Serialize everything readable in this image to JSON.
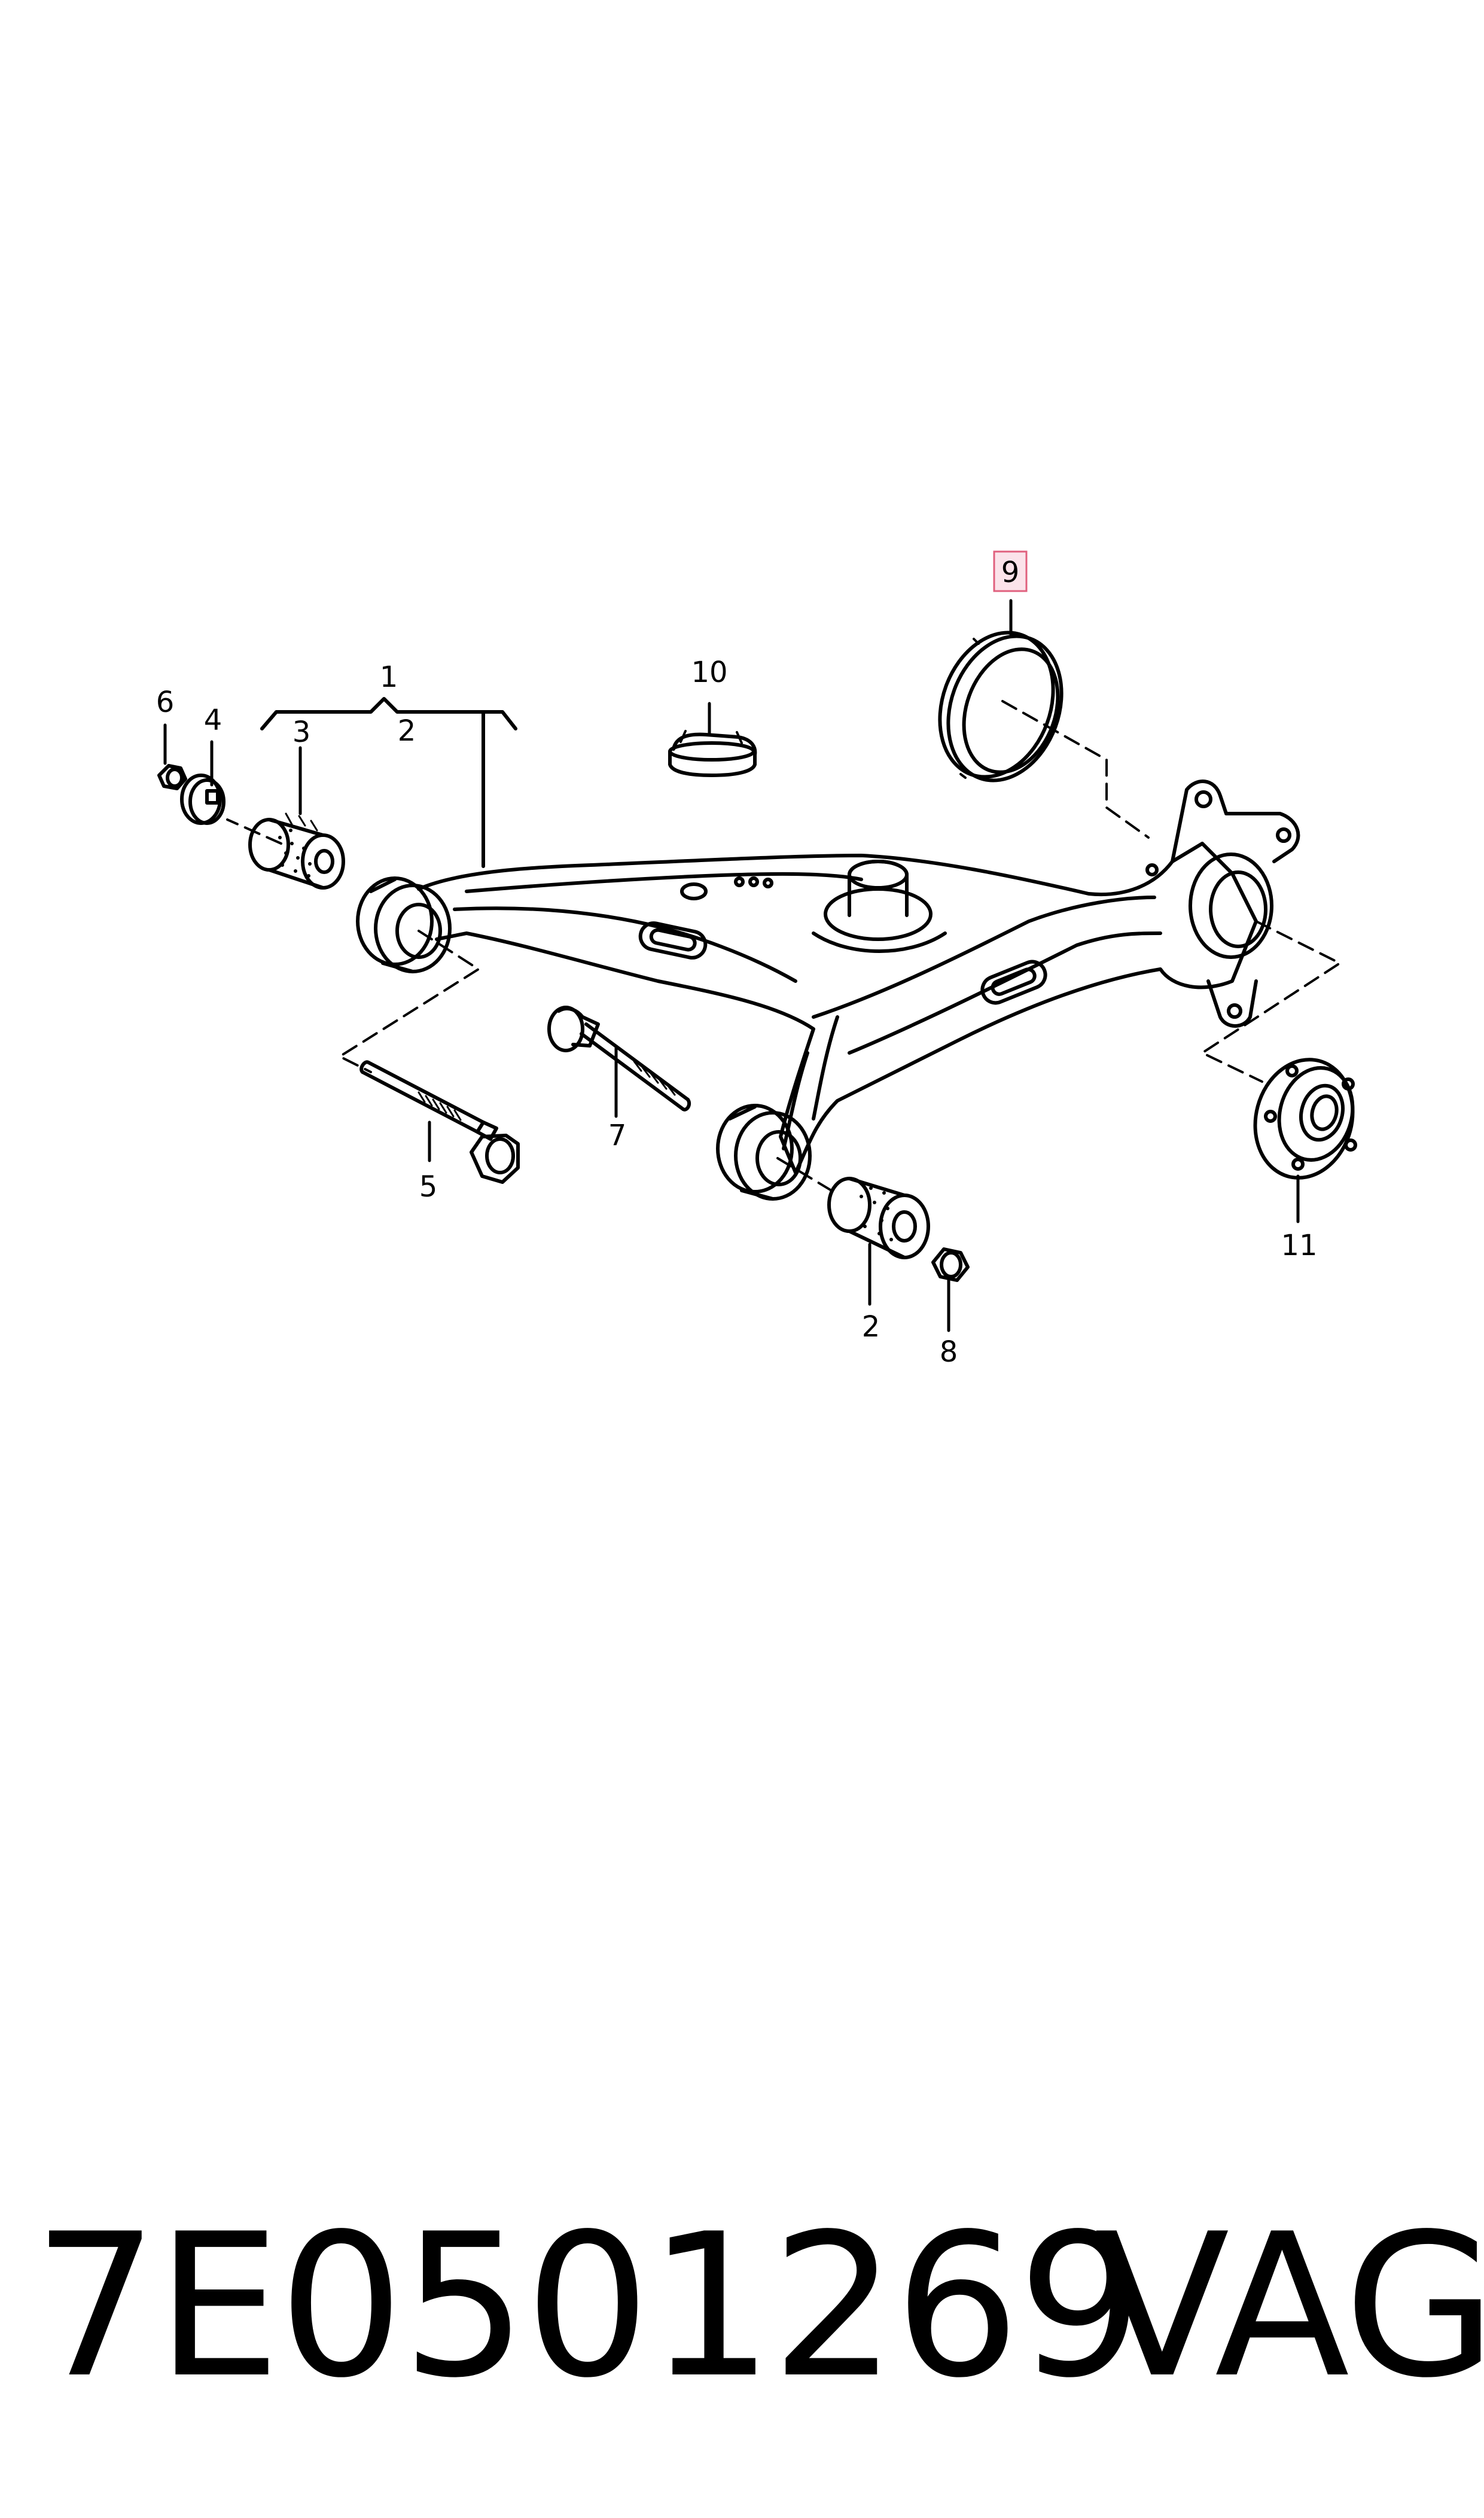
{
  "callouts": {
    "c1": "1",
    "c2_top": "2",
    "c2_bottom": "2",
    "c3": "3",
    "c4": "4",
    "c5": "5",
    "c6": "6",
    "c7": "7",
    "c8": "8",
    "c9": "9",
    "c10": "10",
    "c11": "11"
  },
  "highlighted_callout": "9",
  "colors": {
    "highlight_fill": "#fbe3ea",
    "highlight_stroke": "#e0607e",
    "line": "#000000"
  },
  "footer": {
    "part_number": "7E0501269",
    "brand": "VAG"
  }
}
